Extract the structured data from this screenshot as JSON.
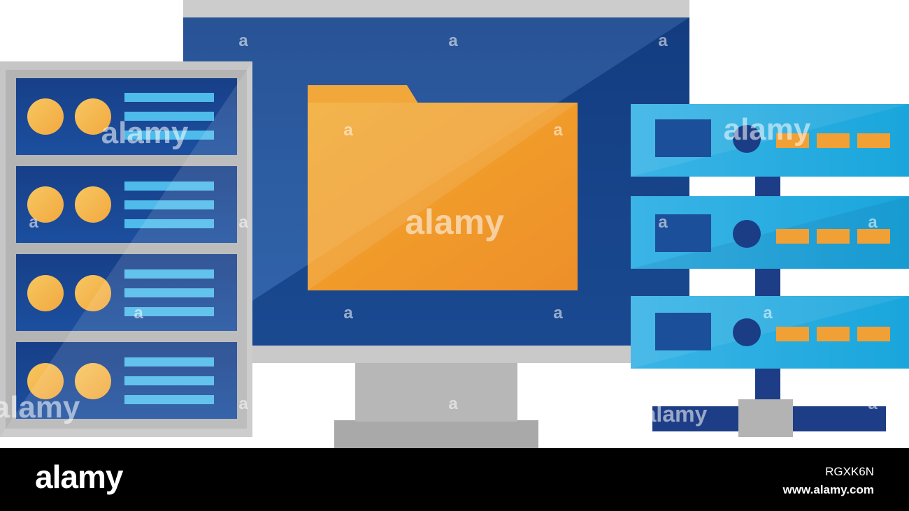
{
  "watermark": {
    "big": "alamy",
    "small": "a"
  },
  "footer": {
    "logo": "alamy",
    "image_code": "RGXK6N",
    "url": "www.alamy.com"
  },
  "colors": {
    "navy": "#1c3f86",
    "screen_blue": "#1d4e9b",
    "folder_orange": "#f0a030",
    "gold_light": "#f4c45c",
    "cyan": "#2ab0e0",
    "silver": "#bfbfbf",
    "footer_bg": "#000000"
  },
  "icons": [
    "server-rack-icon",
    "monitor-icon",
    "folder-icon",
    "network-server-icon"
  ]
}
